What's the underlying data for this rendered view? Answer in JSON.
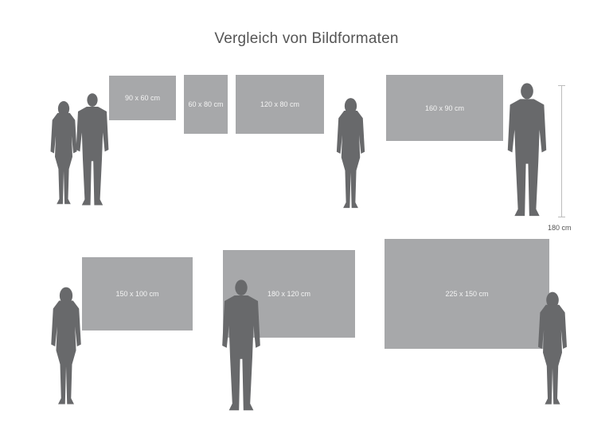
{
  "title": "Vergleich von Bildformaten",
  "frames": [
    {
      "label": "90 x 60 cm"
    },
    {
      "label": "60 x 80 cm"
    },
    {
      "label": "120 x 80 cm"
    },
    {
      "label": "160 x 90 cm"
    },
    {
      "label": "150 x 100 cm"
    },
    {
      "label": "180 x 120 cm"
    },
    {
      "label": "225 x 150 cm"
    }
  ],
  "scale": {
    "label": "180 cm"
  },
  "colors": {
    "frame": "#a7a8aa",
    "silhouette": "#68696b",
    "text": "#555555"
  }
}
